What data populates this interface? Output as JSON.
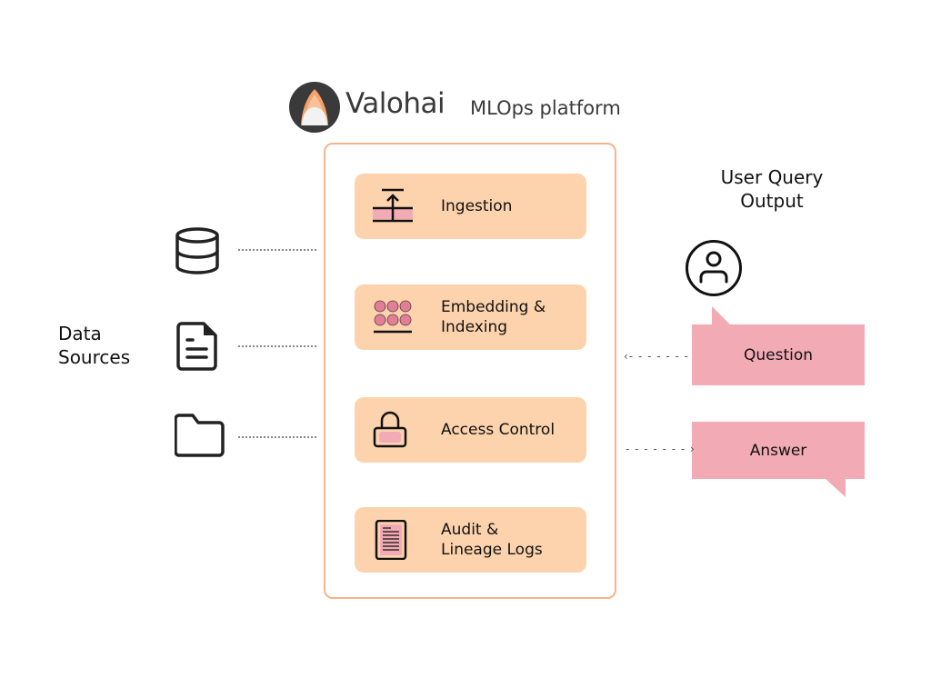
{
  "header": {
    "brand": "Valohai",
    "subtitle": "MLOps platform",
    "logo_icon": "valohai-logo-icon"
  },
  "data_sources": {
    "label_line1": "Data",
    "label_line2": "Sources",
    "items": [
      {
        "icon": "database-icon"
      },
      {
        "icon": "document-icon"
      },
      {
        "icon": "folder-icon"
      }
    ]
  },
  "platform": {
    "steps": [
      {
        "line1": "Ingestion",
        "line2": "",
        "icon": "upload-icon"
      },
      {
        "line1": "Embedding &",
        "line2": "Indexing",
        "icon": "grid-dots-icon"
      },
      {
        "line1": "Access Control",
        "line2": "",
        "icon": "lock-icon"
      },
      {
        "line1": "Audit &",
        "line2": "Lineage Logs",
        "icon": "log-document-icon"
      }
    ]
  },
  "user_query": {
    "title_line1": "User Query",
    "title_line2": "Output",
    "user_icon": "user-icon",
    "question": "Question",
    "answer": "Answer"
  },
  "colors": {
    "step_fill": "#fdd3ad",
    "platform_border": "#f6b48a",
    "bubble_fill": "#f2abb5",
    "accent_pink": "#e07f96",
    "logo_orange": "#f6a26b",
    "text_dark": "#3a3a3a"
  }
}
